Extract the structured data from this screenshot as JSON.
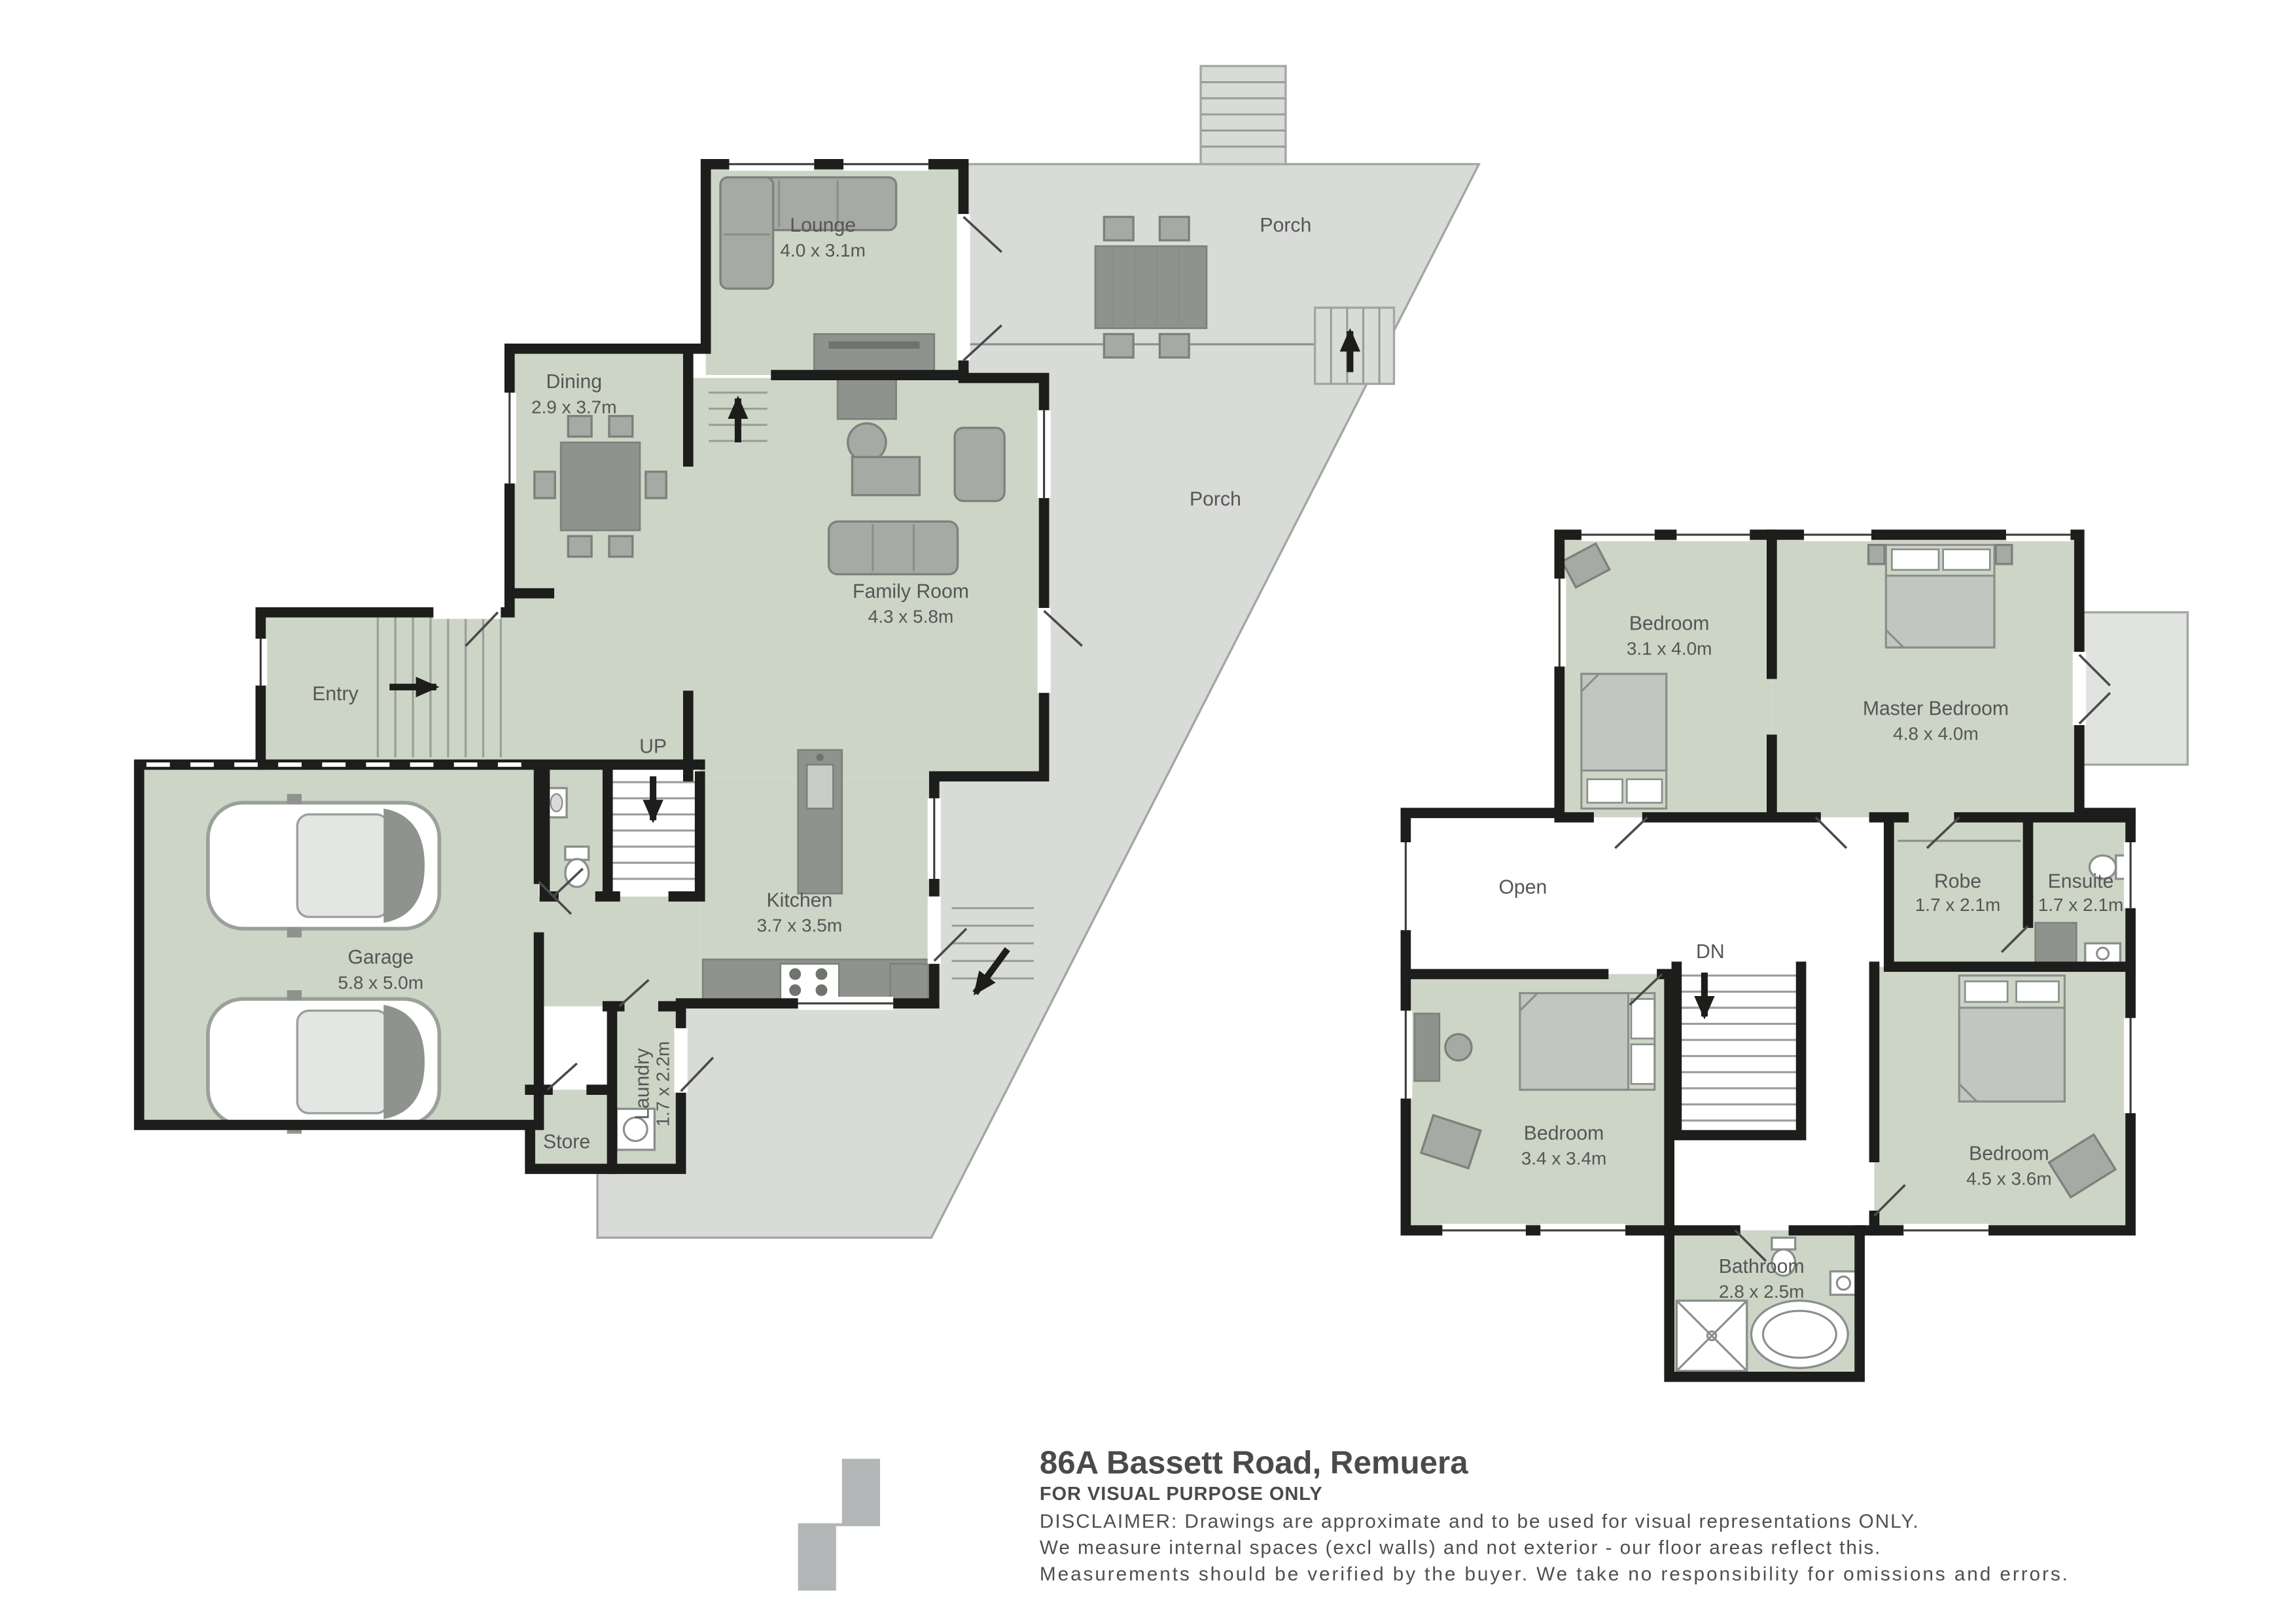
{
  "colors": {
    "wall": "#1d1d1b",
    "room_fill": "#cdd5c7",
    "porch_fill": "#d8dbd7",
    "furniture": "#a7aaa4",
    "label_text": "#565656",
    "logo": "#b2b6b6"
  },
  "ground_floor": {
    "lounge": {
      "name": "Lounge",
      "dims": "4.0 x 3.1m"
    },
    "porch_top": {
      "name": "Porch"
    },
    "dining": {
      "name": "Dining",
      "dims": "2.9 x 3.7m"
    },
    "family": {
      "name": "Family Room",
      "dims": "4.3 x 5.8m"
    },
    "porch_main": {
      "name": "Porch"
    },
    "entry": {
      "name": "Entry"
    },
    "up": {
      "name": "UP"
    },
    "kitchen": {
      "name": "Kitchen",
      "dims": "3.7 x 3.5m"
    },
    "garage": {
      "name": "Garage",
      "dims": "5.8 x 5.0m"
    },
    "laundry": {
      "name": "Laundry",
      "dims": "1.7 x 2.2m"
    },
    "store": {
      "name": "Store"
    }
  },
  "upper_floor": {
    "bedroom1": {
      "name": "Bedroom",
      "dims": "3.1 x 4.0m"
    },
    "master": {
      "name": "Master Bedroom",
      "dims": "4.8 x 4.0m"
    },
    "open": {
      "name": "Open"
    },
    "robe": {
      "name": "Robe",
      "dims": "1.7 x 2.1m"
    },
    "ensuite": {
      "name": "Ensuite",
      "dims": "1.7 x 2.1m"
    },
    "dn": {
      "name": "DN"
    },
    "bedroom2": {
      "name": "Bedroom",
      "dims": "3.4 x 3.4m"
    },
    "bedroom3": {
      "name": "Bedroom",
      "dims": "4.5 x 3.6m"
    },
    "bathroom": {
      "name": "Bathroom",
      "dims": "2.8 x 2.5m"
    }
  },
  "footer": {
    "address": "86A Bassett Road, Remuera",
    "purpose": "FOR VISUAL PURPOSE ONLY",
    "disclaimer1": "DISCLAIMER:  Drawings are approximate and to be used for visual representations ONLY.",
    "disclaimer2": "We measure internal spaces (excl walls) and not exterior - our floor areas reflect this.",
    "disclaimer3": "Measurements should be verified by the buyer. We take no responsibility for omissions and errors."
  }
}
